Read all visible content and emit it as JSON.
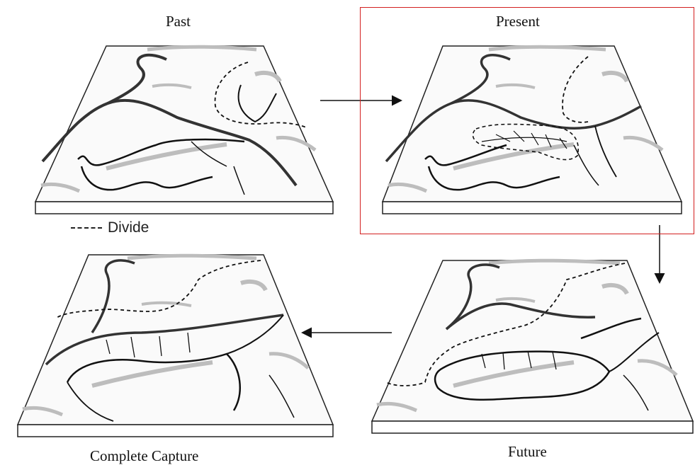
{
  "panels": {
    "past": {
      "title": "Past"
    },
    "present": {
      "title": "Present"
    },
    "future": {
      "title": "Future"
    },
    "complete": {
      "title": "Complete Capture"
    }
  },
  "legend": {
    "divide_label": "Divide"
  },
  "colors": {
    "highlight_border": "#d32020",
    "river": "#222222",
    "ridge_shade": "#bdbdbd"
  }
}
